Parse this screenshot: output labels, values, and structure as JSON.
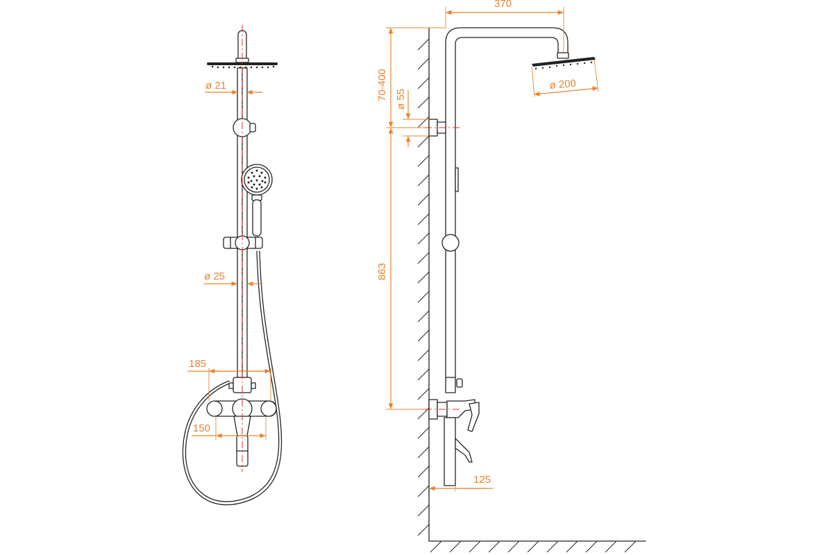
{
  "dimensions": {
    "arm_length": "370",
    "arm_height": "70-400",
    "bracket_diameter": "ø 55",
    "head_diameter": "ø 200",
    "bar_height": "863",
    "spout_offset": "125",
    "top_pipe_diameter": "ø 21",
    "bar_diameter": "ø 25",
    "mixer_width": "185",
    "connection_spacing": "150"
  },
  "colors": {
    "outline": "#222222",
    "dimension": "#e8832f",
    "axis": "#e0301e"
  }
}
